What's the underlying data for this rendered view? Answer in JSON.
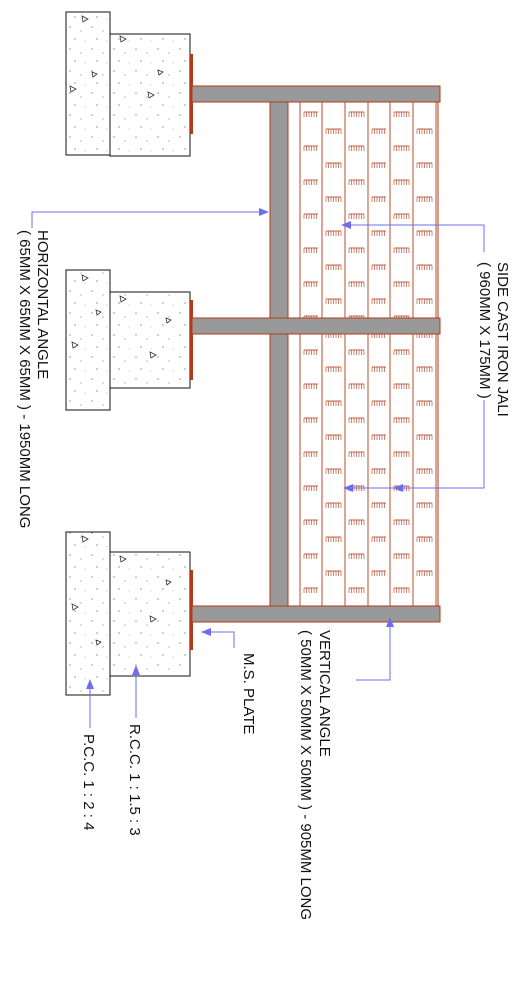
{
  "drawing": {
    "labels": {
      "horizontal_angle": "HORIZONTAL ANGLE",
      "horizontal_angle_size": "( 65MM X 65MM X 65MM ) - 1950MM LONG",
      "side_jali": "SIDE CAST IRON JALI",
      "side_jali_size": "( 960MM X 175MM )",
      "ms_plate": "M.S. PLATE",
      "vertical_angle": "VERTICAL ANGLE",
      "vertical_angle_size": "( 50MM X 50MM X 50MM ) - 905MM LONG",
      "rcc": "R.C.C. 1 : 1.5 : 3",
      "pcc": "P.C.C. 1 : 2 : 4"
    },
    "colors": {
      "steel": "#999999",
      "jali": "#b03a1a",
      "leader": "#6d6df2",
      "outline": "#111111"
    }
  }
}
